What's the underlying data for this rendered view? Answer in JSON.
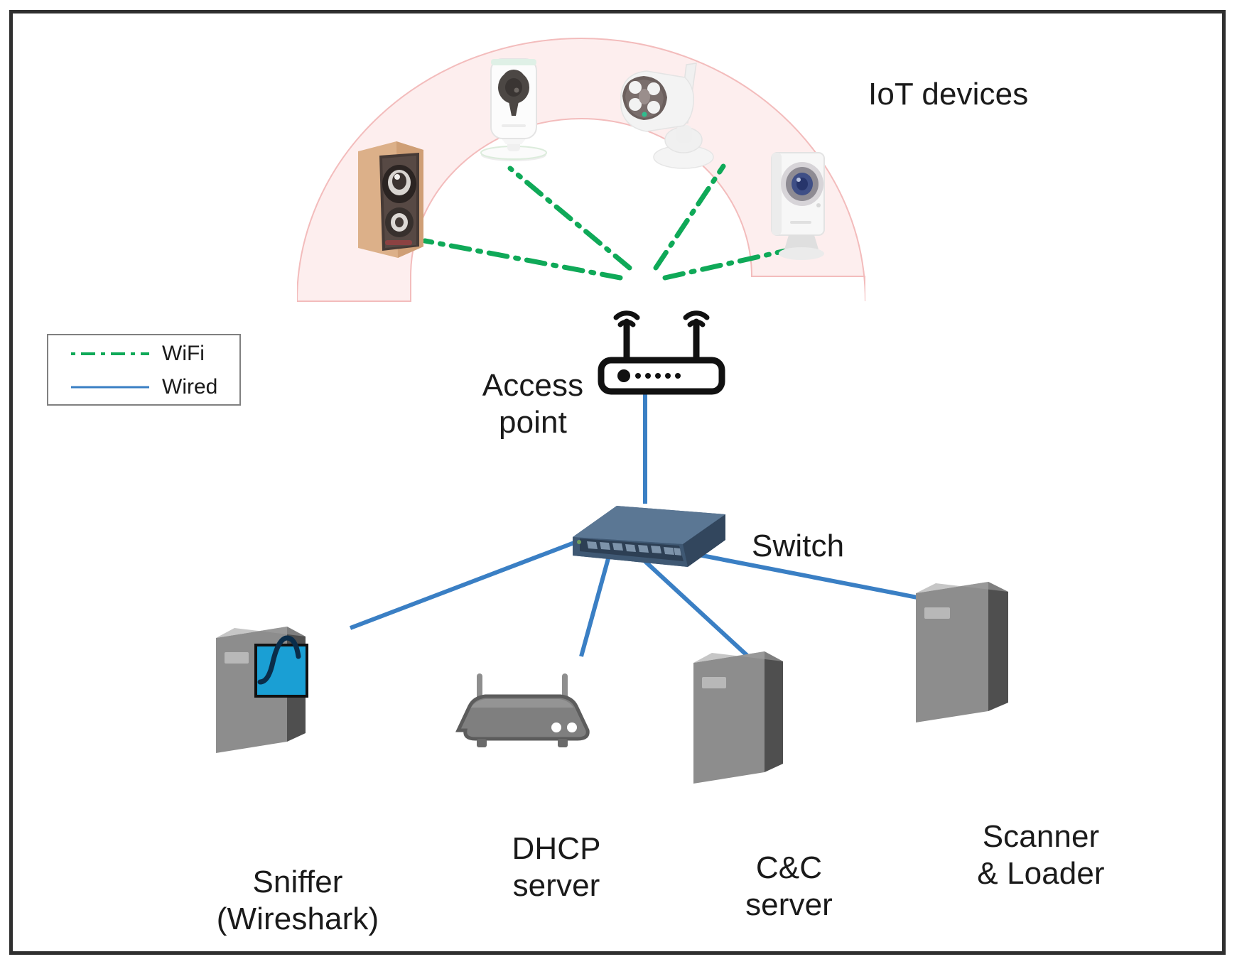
{
  "diagram": {
    "title": "IoT testbed network topology",
    "background": "#ffffff",
    "border_color": "#2f2f2f"
  },
  "legend": {
    "items": [
      {
        "label": "WiFi",
        "style": "dash-dot",
        "color": "#0fa958"
      },
      {
        "label": "Wired",
        "style": "solid",
        "color": "#3a7fc4"
      }
    ]
  },
  "labels": {
    "iot_devices": "IoT devices",
    "access_point": "Access\npoint",
    "switch": "Switch",
    "sniffer": "Sniffer\n(Wireshark)",
    "dhcp_server": "DHCP\nserver",
    "cc_server": "C&C\nserver",
    "scanner_loader": "Scanner\n& Loader"
  },
  "iot_zone": {
    "shape": "arc-band",
    "fill": "#fdeeee",
    "stroke": "#f0b4b4",
    "devices": [
      {
        "name": "video-doorbell",
        "type": "doorbell",
        "color": "#d9a87e"
      },
      {
        "name": "indoor-camera",
        "type": "ip-camera",
        "color": "#f2f2f2"
      },
      {
        "name": "bullet-camera",
        "type": "outdoor-camera",
        "color": "#ededed"
      },
      {
        "name": "cube-camera",
        "type": "cube-camera",
        "color": "#eeeeee"
      }
    ]
  },
  "links": {
    "wifi": {
      "color": "#0fa958",
      "count": 4,
      "from": "access-point",
      "to": [
        "video-doorbell",
        "indoor-camera",
        "bullet-camera",
        "cube-camera"
      ]
    },
    "wired": {
      "color": "#3a7fc4",
      "count": 5,
      "edges": [
        {
          "from": "access-point",
          "to": "switch"
        },
        {
          "from": "switch",
          "to": "sniffer"
        },
        {
          "from": "switch",
          "to": "dhcp-server"
        },
        {
          "from": "switch",
          "to": "cc-server"
        },
        {
          "from": "switch",
          "to": "scanner-loader"
        }
      ]
    }
  },
  "nodes": [
    {
      "name": "access-point",
      "icon": "wireless-router-icon",
      "color": "#111111"
    },
    {
      "name": "switch",
      "icon": "network-switch-icon",
      "color": "#3f5873",
      "ports": 8
    },
    {
      "name": "sniffer",
      "icon": "tower-server-icon",
      "color": "#8a8a8a",
      "badge": "wireshark-icon"
    },
    {
      "name": "dhcp-server",
      "icon": "router-icon",
      "color": "#7d7d7d"
    },
    {
      "name": "cc-server",
      "icon": "tower-server-icon",
      "color": "#8a8a8a"
    },
    {
      "name": "scanner-loader",
      "icon": "tower-server-icon",
      "color": "#8a8a8a"
    }
  ]
}
